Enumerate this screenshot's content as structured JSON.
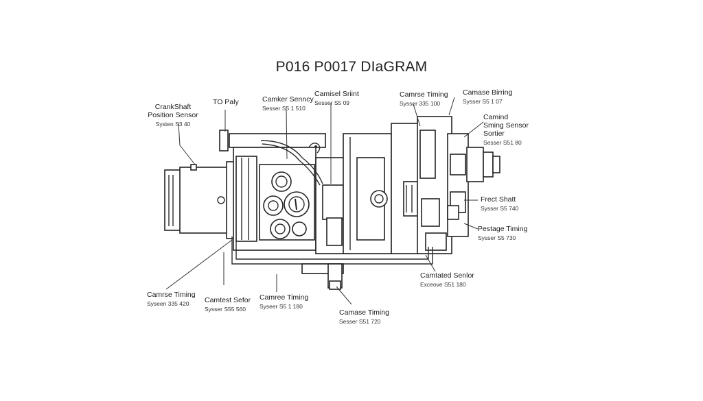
{
  "diagram": {
    "title": "P016 P0017 DIaGRAM",
    "labels": [
      {
        "id": "crankshaft-position-sensor",
        "name": "CrankShaft Position Sensor",
        "sub": "Systen S3 40"
      },
      {
        "id": "to-paly",
        "name": "TO Paly",
        "sub": ""
      },
      {
        "id": "camker-senncy",
        "name": "Camker Senncy",
        "sub": "Sesser S5 1 510"
      },
      {
        "id": "camisel-sriint",
        "name": "Camisel Sriint",
        "sub": "Sesser S5 09"
      },
      {
        "id": "camrse-timing-top",
        "name": "Camrse Timing",
        "sub": "Sysser 335 100"
      },
      {
        "id": "camase-birring",
        "name": "Camase Birring",
        "sub": "Sysser S5 1 07"
      },
      {
        "id": "camind-sming-sensor-sortier",
        "name": "Camind Sming Sensor Sortier",
        "sub": "Sesser S51 80"
      },
      {
        "id": "frect-shatt",
        "name": "Frect Shatt",
        "sub": "Sysser S5 740"
      },
      {
        "id": "pestage-timing",
        "name": "Pestage Timing",
        "sub": "Sysser S5 730"
      },
      {
        "id": "camtated-senlor",
        "name": "Camtated Senlor",
        "sub": "Exceove S51 180"
      },
      {
        "id": "camase-timing-bottom",
        "name": "Camase Timing",
        "sub": "Sesser S51 720"
      },
      {
        "id": "camree-timing",
        "name": "Camree Timing",
        "sub": "Syseer S5 1 180"
      },
      {
        "id": "camtest-sefor",
        "name": "Camtest Sefor",
        "sub": "Sysser S55 560"
      },
      {
        "id": "camrse-timing-left",
        "name": "Camrse Timing",
        "sub": "Syseen 335 420"
      }
    ]
  }
}
